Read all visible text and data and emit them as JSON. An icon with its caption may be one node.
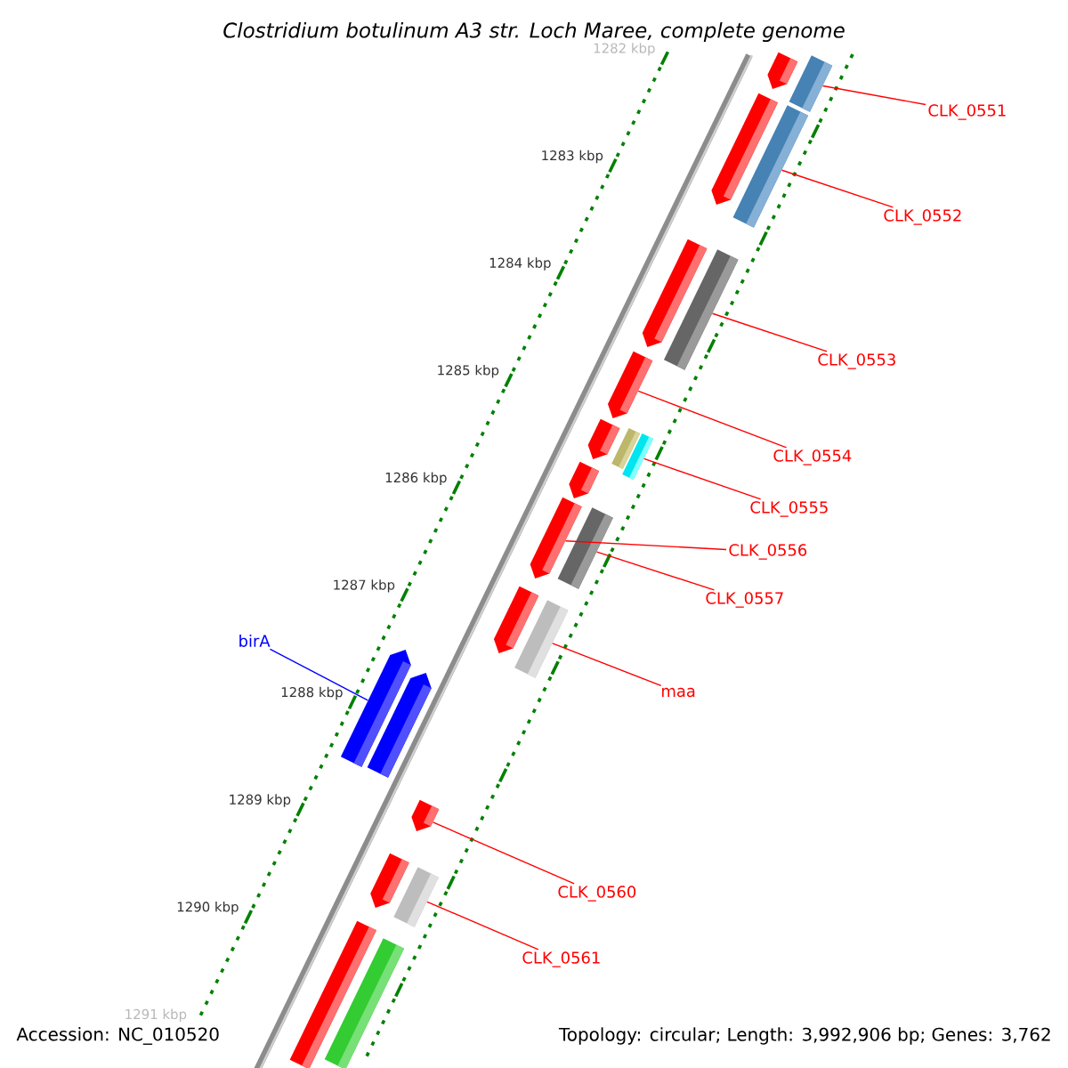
{
  "diagram": {
    "title": "Clostridium botulinum A3 str. Loch Maree, complete genome",
    "nodes": [
      {
        "text": [
          "CLK_0551"
        ]
      },
      {
        "text": [
          "CLK_0552"
        ]
      },
      {
        "text": [
          "CLK_0553"
        ]
      },
      {
        "text": [
          "CLK_0554"
        ]
      },
      {
        "text": [
          "CLK_0555"
        ]
      },
      {
        "text": [
          "CLK_0556"
        ]
      },
      {
        "text": [
          "CLK_0557"
        ]
      },
      {
        "text": [
          "birA"
        ]
      },
      {
        "text": [
          "maa"
        ]
      },
      {
        "text": [
          "CLK_0560"
        ]
      },
      {
        "text": [
          "CLK_0561"
        ]
      },
      {
        "text": [],
        "shape": "bar"
      },
      {
        "text": [],
        "shape": "bar"
      },
      {
        "text": [],
        "shape": "bar"
      },
      {
        "text": [],
        "shape": "bar"
      },
      {
        "text": [],
        "shape": "bar"
      },
      {
        "text": [],
        "shape": "bar"
      },
      {
        "text": [],
        "shape": "bar"
      },
      {
        "text": [],
        "shape": "bar"
      },
      {
        "text": [],
        "shape": "bar"
      },
      {
        "text": [],
        "shape": "bar"
      },
      {
        "text": [],
        "shape": "bar"
      },
      {
        "text": [],
        "shape": "bar"
      },
      {
        "text": [],
        "shape": "bar"
      },
      {
        "text": [],
        "shape": "bar"
      },
      {
        "text": [],
        "shape": "bar"
      },
      {
        "text": [],
        "shape": "bar"
      },
      {
        "text": [],
        "shape": "bar"
      },
      {
        "text": [],
        "shape": "bar"
      },
      {
        "text": [],
        "shape": "bar"
      },
      {
        "text": [],
        "shape": "bar"
      },
      {
        "text": [],
        "shape": "bar"
      },
      {
        "text": [],
        "shape": "bar"
      }
    ],
    "edges": [
      {
        "from": 0,
        "to": 12,
        "arrow": "none"
      },
      {
        "from": 1,
        "to": 14,
        "arrow": "none"
      },
      {
        "from": 2,
        "to": 16,
        "arrow": "none"
      },
      {
        "from": 3,
        "to": 17,
        "arrow": "none"
      },
      {
        "from": 4,
        "to": 20,
        "arrow": "none"
      },
      {
        "from": 5,
        "to": 22,
        "arrow": "none"
      },
      {
        "from": 6,
        "to": 23,
        "arrow": "none"
      },
      {
        "from": 7,
        "to": 26,
        "arrow": "none",
        "color": "#0000ff"
      },
      {
        "from": 8,
        "to": 25,
        "arrow": "none"
      },
      {
        "from": 9,
        "to": 28,
        "arrow": "none"
      },
      {
        "from": 10,
        "to": 30,
        "arrow": "none"
      }
    ],
    "labels": [
      "1282 kbp",
      "1283 kbp",
      "1284 kbp",
      "1285 kbp",
      "1286 kbp",
      "1287 kbp",
      "1288 kbp",
      "1289 kbp",
      "1290 kbp",
      "1291 kbp",
      "Accession: NC_010520",
      "Topology: circular; Length: 3,992,906 bp; Genes: 3,762"
    ]
  }
}
